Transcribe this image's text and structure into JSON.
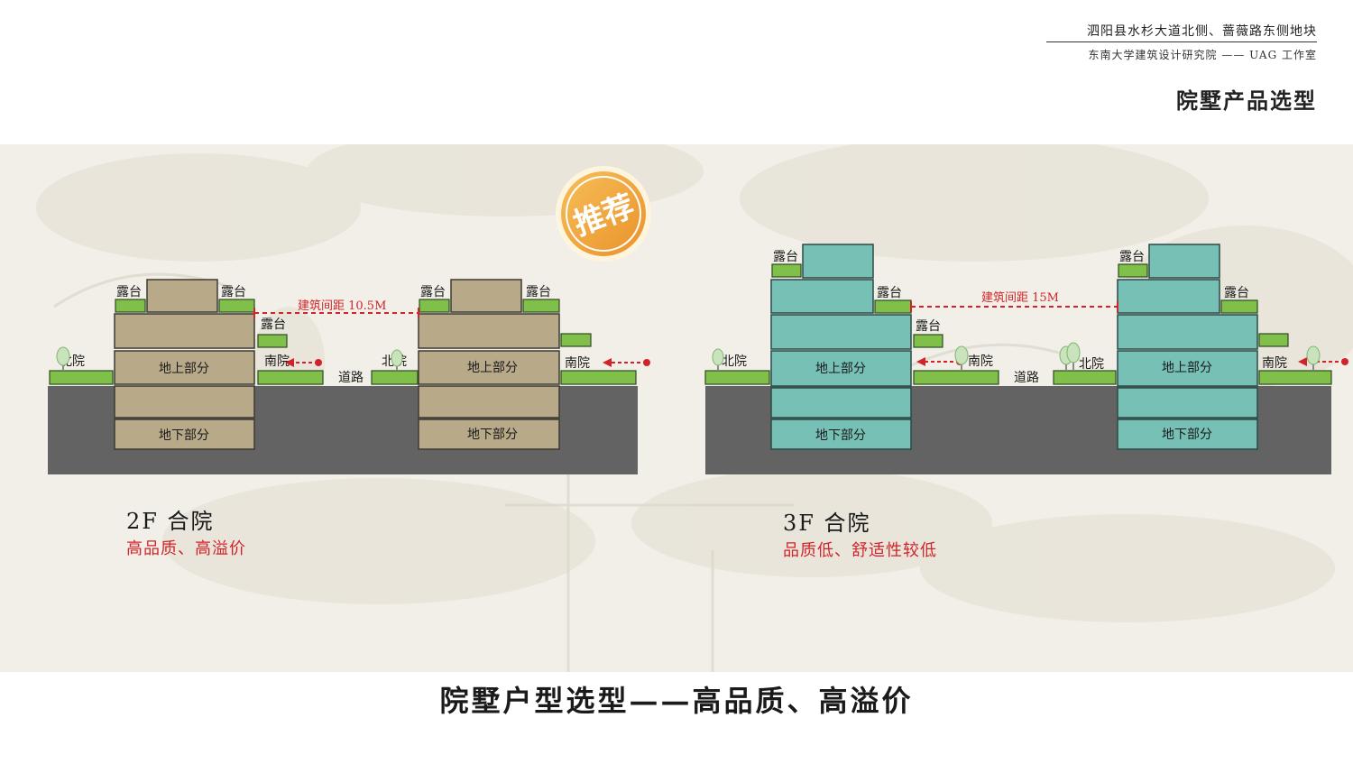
{
  "header": {
    "project": "泗阳县水杉大道北侧、蔷薇路东侧地块",
    "institute": "东南大学建筑设计研究院 —— UAG 工作室",
    "page_title": "院墅产品选型"
  },
  "badge": "推荐",
  "labels": {
    "terrace": "露台",
    "north_yard": "北院",
    "south_yard": "南院",
    "road": "道路",
    "above_ground": "地上部分",
    "below_ground": "地下部分"
  },
  "options": [
    {
      "title": "2F  合院",
      "subtitle": "高品质、高溢价",
      "spacing": "建筑间距 10.5M",
      "color": "#b8aa89",
      "recommended": true
    },
    {
      "title": "3F  合院",
      "subtitle": "品质低、舒适性较低",
      "spacing": "建筑间距 15M",
      "color": "#77c0b6",
      "recommended": false
    }
  ],
  "colors": {
    "ground": "#636363",
    "green": "#80c04a",
    "red": "#d1242a",
    "badge": "#f1a43b"
  },
  "footer": "院墅户型选型——高品质、高溢价"
}
